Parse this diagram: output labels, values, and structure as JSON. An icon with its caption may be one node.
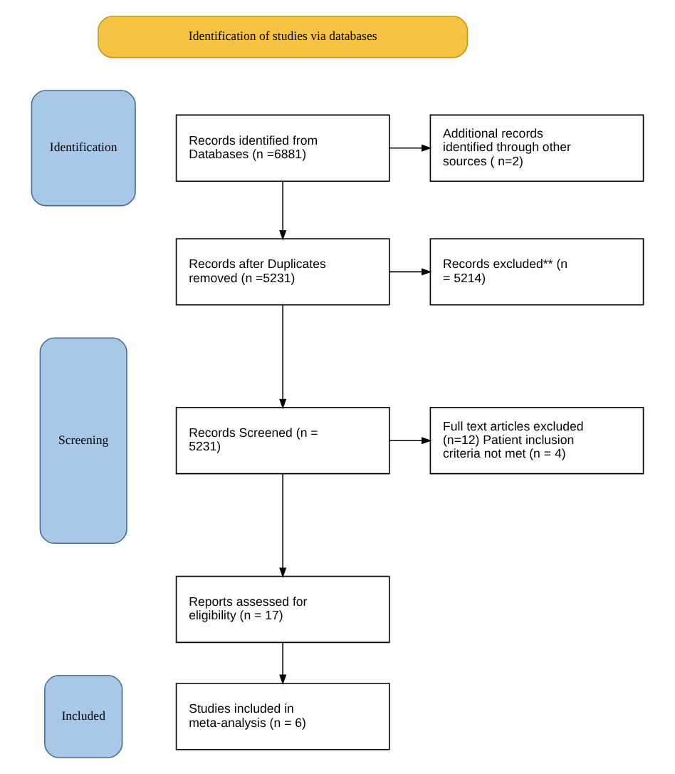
{
  "diagram": {
    "nodes": [
      {
        "text": [
          "Identification of studies via databases"
        ]
      },
      {
        "text": [
          "Identification"
        ]
      },
      {
        "text": [
          "Screening"
        ]
      },
      {
        "text": [
          "Included"
        ]
      },
      {
        "text": [
          "Records identified from Databases (n =6881)"
        ]
      },
      {
        "text": [
          "Additional records identified through other sources ( n=2)"
        ]
      },
      {
        "text": [
          "Records after Duplicates removed (n =5231)"
        ]
      },
      {
        "text": [
          "Records excluded** (n = 5214)"
        ]
      },
      {
        "text": [
          "Records Screened (n = 5231)"
        ]
      },
      {
        "text": [
          "Full text articles excluded (n=12) Patient inclusion criteria not met (n = 4)"
        ]
      },
      {
        "text": [
          "Reports assessed for eligibility (n = 17)"
        ]
      },
      {
        "text": [
          "Studies included in meta-analysis (n = 6)"
        ]
      }
    ],
    "edges": [
      {
        "from": 4,
        "to": 5,
        "arrow": "to"
      },
      {
        "from": 4,
        "to": 6,
        "arrow": "to"
      },
      {
        "from": 6,
        "to": 7,
        "arrow": "to"
      },
      {
        "from": 6,
        "to": 8,
        "arrow": "to"
      },
      {
        "from": 8,
        "to": 9,
        "arrow": "to"
      },
      {
        "from": 8,
        "to": 10,
        "arrow": "to"
      },
      {
        "from": 10,
        "to": 11,
        "arrow": "to"
      }
    ]
  }
}
